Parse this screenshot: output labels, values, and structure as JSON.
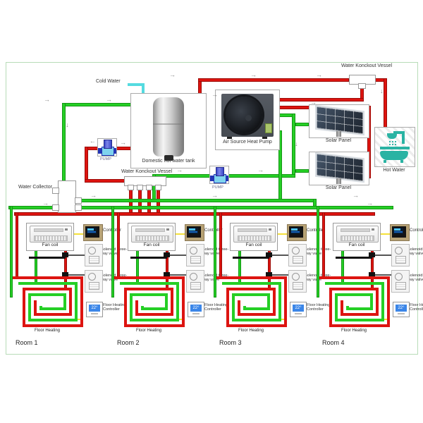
{
  "diagram": {
    "cold_water_label": "Cold Water",
    "tank_label": "Domestic hot water tank",
    "heat_pump_label": "Air Source Heat Pump",
    "solar_panel_label_1": "Solar Panel",
    "solar_panel_label_2": "Solar Panel",
    "hot_water_label": "Hot Water",
    "konckout_vessel_top_label": "Water Konckout Vessel",
    "konckout_vessel_mid_label": "Water Konckout Vessel",
    "water_collector_label": "Water Collector",
    "pump_left_label": "PUMP",
    "pump_mid_label": "PUMP"
  },
  "rooms": [
    {
      "name": "Room 1",
      "fan_coil": "Fan coil",
      "controller": "Controller",
      "solenoid_1": "Solenoid three-way valve",
      "solenoid_2": "Solenoid three-way valve",
      "floor_heating_controller": "Floor Heating Controller",
      "thermostat": "22°",
      "floor_heating": "Floor Heating"
    },
    {
      "name": "Room 2",
      "fan_coil": "Fan coil",
      "controller": "Controller",
      "solenoid_1": "Solenoid three-way valve",
      "solenoid_2": "Solenoid three-way valve",
      "floor_heating_controller": "Floor Heating Controller",
      "thermostat": "22°",
      "floor_heating": "Floor Heating"
    },
    {
      "name": "Room 3",
      "fan_coil": "Fan coil",
      "controller": "Controller",
      "solenoid_1": "Solenoid three-way valve",
      "solenoid_2": "Solenoid three-way valve",
      "floor_heating_controller": "Floor Heating Controller",
      "thermostat": "22°",
      "floor_heating": "Floor Heating"
    },
    {
      "name": "Room 4",
      "fan_coil": "Fan coil",
      "controller": "Controller",
      "solenoid_1": "Solenoid three-way valve",
      "solenoid_2": "Solenoid three-way valve",
      "floor_heating_controller": "Floor Heating Controller",
      "thermostat": "22°",
      "floor_heating": "Floor Heating"
    }
  ],
  "icons": {
    "flow_arrow": "→"
  },
  "colors": {
    "hot_pipe": "#dd1410",
    "return_pipe": "#25cf25",
    "cold_water_pipe": "#55dbe0",
    "fixture": "#2ab3a3",
    "wire": "#f4e03a",
    "frame": "#b8dcb8"
  }
}
